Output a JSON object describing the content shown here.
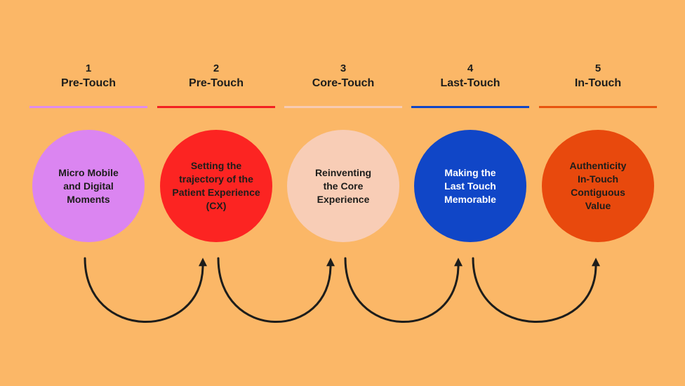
{
  "colors": {
    "background": "#FBB767",
    "ink": "#1D1D1B",
    "arrow": "#1D1D1B"
  },
  "stages": [
    {
      "number": "1",
      "label": "Pre-Touch",
      "divider_color": "#DE8BEE",
      "circle_color": "#DB85F1",
      "text_color": "#1D1D1B",
      "circle_text": "Micro Mobile\nand Digital\nMoments"
    },
    {
      "number": "2",
      "label": "Pre-Touch",
      "divider_color": "#F32121",
      "circle_color": "#FC2422",
      "text_color": "#1D1D1B",
      "circle_text": "Setting the\ntrajectory of the\nPatient Experience\n(CX)"
    },
    {
      "number": "3",
      "label": "Core-Touch",
      "divider_color": "#F6CBB4",
      "circle_color": "#F8CDB6",
      "text_color": "#1D1D1B",
      "circle_text": "Reinventing\nthe Core\nExperience"
    },
    {
      "number": "4",
      "label": "Last-Touch",
      "divider_color": "#1046C7",
      "circle_color": "#1046C7",
      "text_color": "#FFFFFF",
      "circle_text": "Making the\nLast Touch\nMemorable"
    },
    {
      "number": "5",
      "label": "In-Touch",
      "divider_color": "#E8540F",
      "circle_color": "#E8490D",
      "text_color": "#1D1D1B",
      "circle_text": "Authenticity\nIn-Touch\nContiguous\nValue"
    }
  ]
}
